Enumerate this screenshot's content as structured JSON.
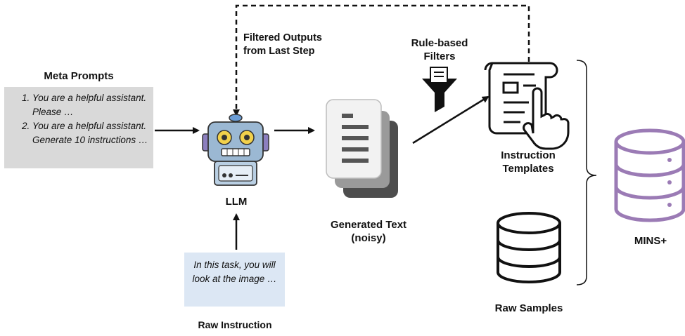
{
  "meta_prompts": {
    "title": "Meta Prompts",
    "items": [
      "You are a helpful assistant. Please …",
      "You are a helpful assistant. Generate 10 instructions …"
    ]
  },
  "llm": {
    "label": "LLM"
  },
  "feedback": {
    "label_line1": "Filtered Outputs",
    "label_line2": "from Last Step"
  },
  "raw_instruction": {
    "title": "Raw Instruction",
    "text": "In this task, you will look at the image …"
  },
  "generated_text": {
    "line1": "Generated Text",
    "line2": "(noisy)"
  },
  "filters": {
    "line1": "Rule-based",
    "line2": "Filters"
  },
  "instruction_templates": {
    "line1": "Instruction",
    "line2": "Templates"
  },
  "raw_samples": {
    "label": "Raw Samples"
  },
  "output": {
    "label": "MINS+"
  },
  "colors": {
    "meta_box_bg": "#d9d9d9",
    "raw_box_bg": "#dce7f4",
    "database_purple": "#9b7bb5",
    "robot_blue": "#6b8fb8"
  },
  "icons": [
    "robot-icon",
    "documents-icon",
    "funnel-icon",
    "template-hand-icon",
    "database-icon",
    "database-purple-icon"
  ]
}
